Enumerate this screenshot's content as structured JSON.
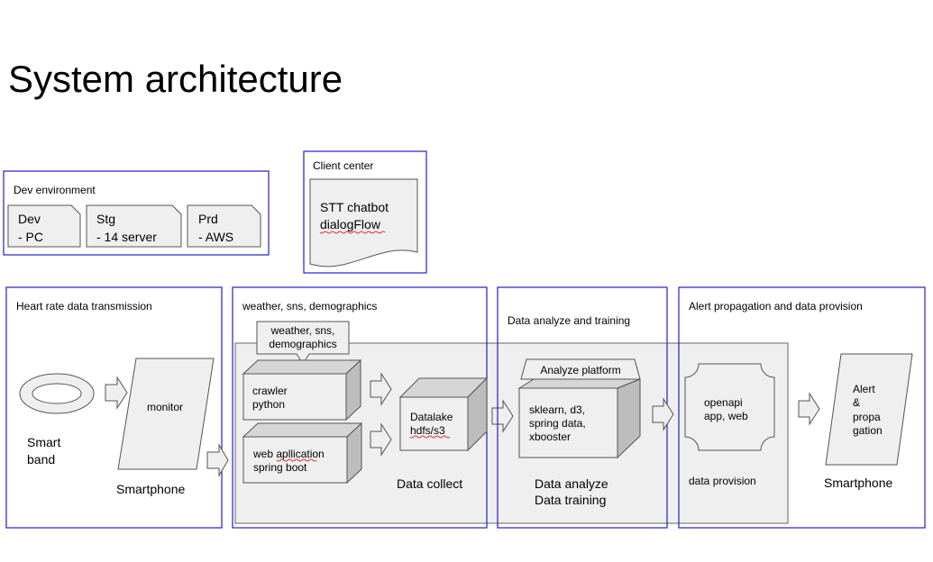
{
  "title": "System architecture",
  "dev_env": {
    "label": "Dev environment",
    "cards": [
      {
        "line1": "Dev",
        "line2": "- PC"
      },
      {
        "line1": "Stg",
        "line2": "- 14 server"
      },
      {
        "line1": "Prd",
        "line2": "- AWS"
      }
    ]
  },
  "client_center": {
    "label": "Client center",
    "line1": "STT chatbot",
    "line2": "dialogFlow"
  },
  "heart_rate": {
    "label": "Heart rate data transmission",
    "smart_band_1": "Smart",
    "smart_band_2": "band",
    "monitor": "monitor",
    "smartphone": "Smartphone"
  },
  "collect": {
    "label": "weather, sns, demographics",
    "callout_1": "weather, sns,",
    "callout_2": "demographics",
    "crawler_1": "crawler",
    "crawler_2": "python",
    "webapp_1": "web apllication",
    "webapp_2": "spring boot",
    "datalake_1": "Datalake",
    "datalake_2": "hdfs/s3",
    "caption": "Data collect"
  },
  "analyze": {
    "label": "Data analyze and training",
    "platform": "Analyze platform",
    "lib_1": "sklearn, d3,",
    "lib_2": "spring data,",
    "lib_3": "xbooster",
    "caption_1": "Data analyze",
    "caption_2": "Data training"
  },
  "alert": {
    "label": "Alert propagation and data provision",
    "openapi_1": "openapi",
    "openapi_2": "app, web",
    "provision": "data provision",
    "alert_1": "Alert",
    "alert_2": "&",
    "alert_3": "propa",
    "alert_4": "gation",
    "smartphone": "Smartphone"
  }
}
